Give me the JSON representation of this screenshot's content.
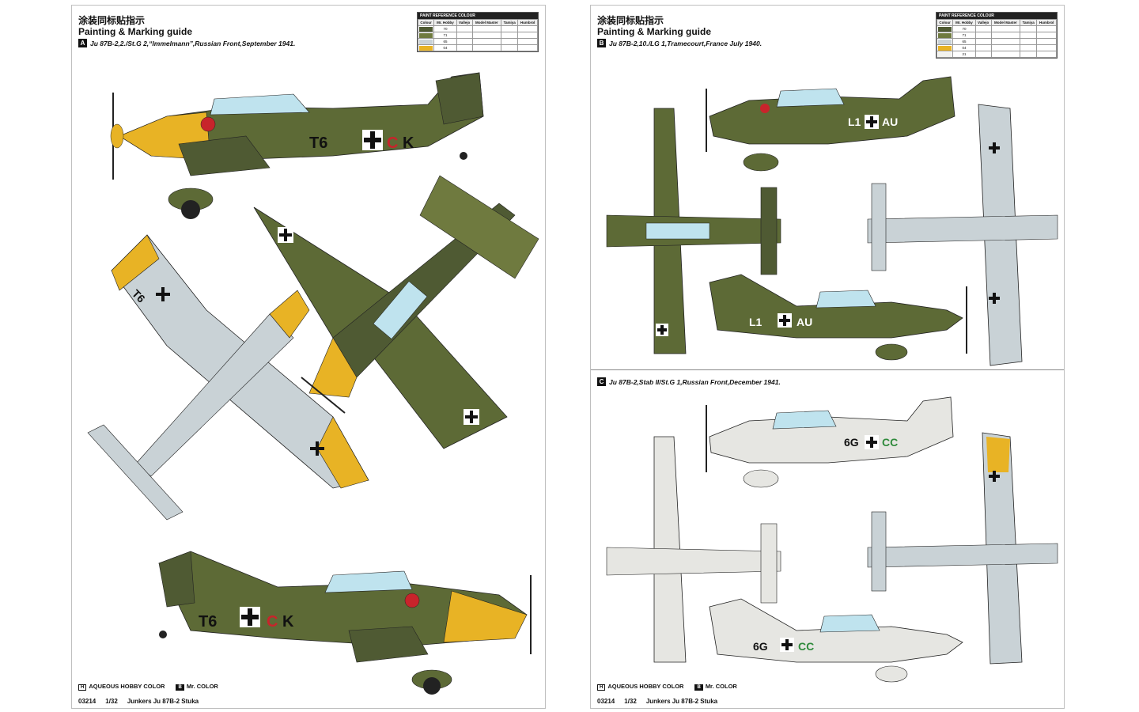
{
  "colors": {
    "rlm70": "#4f5a33",
    "rlm71": "#6f7a3f",
    "rlm65": "#c9d2d6",
    "rlm04": "#e8b325",
    "red": "#c8242b",
    "black": "#111111",
    "white_winter": "#e6e6e2",
    "green_letter": "#2e8a3b"
  },
  "left_page": {
    "title_cn": "涂装同标贴指示",
    "title_en": "Painting & Marking guide",
    "scheme": {
      "letter": "A",
      "caption": "Ju 87B-2,2./St.G 2,“Immelmann”,Russian Front,September 1941."
    },
    "ref_header": "PAINT  REFERENCE  COLOUR",
    "ref_columns": [
      "Colour",
      "Mr. Hobby",
      "Vallejo",
      "Model Master",
      "Tamiya",
      "Humbrol"
    ],
    "codes": [
      "70",
      "71",
      "65",
      "04"
    ],
    "markings": {
      "code": "T6",
      "letter1": "C",
      "letter2": "K"
    },
    "legend": {
      "hobby_box": "H",
      "hobby_label": "AQUEOUS HOBBY COLOR",
      "mr_box": "B",
      "mr_label": "Mr. COLOR"
    },
    "footer": {
      "code": "03214",
      "scale": "1/32",
      "name": "Junkers Ju 87B-2 Stuka"
    }
  },
  "right_page": {
    "title_cn": "涂装同标贴指示",
    "title_en": "Painting & Marking guide",
    "scheme_b": {
      "letter": "B",
      "caption": "Ju 87B-2,10./LG 1,Tramecourt,France July 1940."
    },
    "scheme_c": {
      "letter": "C",
      "caption": "Ju 87B-2,Stab II/St.G 1,Russian Front,December 1941."
    },
    "ref_header": "PAINT  REFERENCE  COLOUR",
    "ref_columns": [
      "Colour",
      "Mr. Hobby",
      "Vallejo",
      "Model Master",
      "Tamiya",
      "Humbrol"
    ],
    "codes": [
      "70",
      "71",
      "65",
      "04",
      "21"
    ],
    "markings_b": {
      "code": "L1",
      "letters": "AU"
    },
    "markings_c": {
      "code": "6G",
      "letters": "CC"
    },
    "legend": {
      "hobby_box": "H",
      "hobby_label": "AQUEOUS HOBBY COLOR",
      "mr_box": "B",
      "mr_label": "Mr. COLOR"
    },
    "footer": {
      "code": "03214",
      "scale": "1/32",
      "name": "Junkers Ju 87B-2 Stuka"
    }
  }
}
